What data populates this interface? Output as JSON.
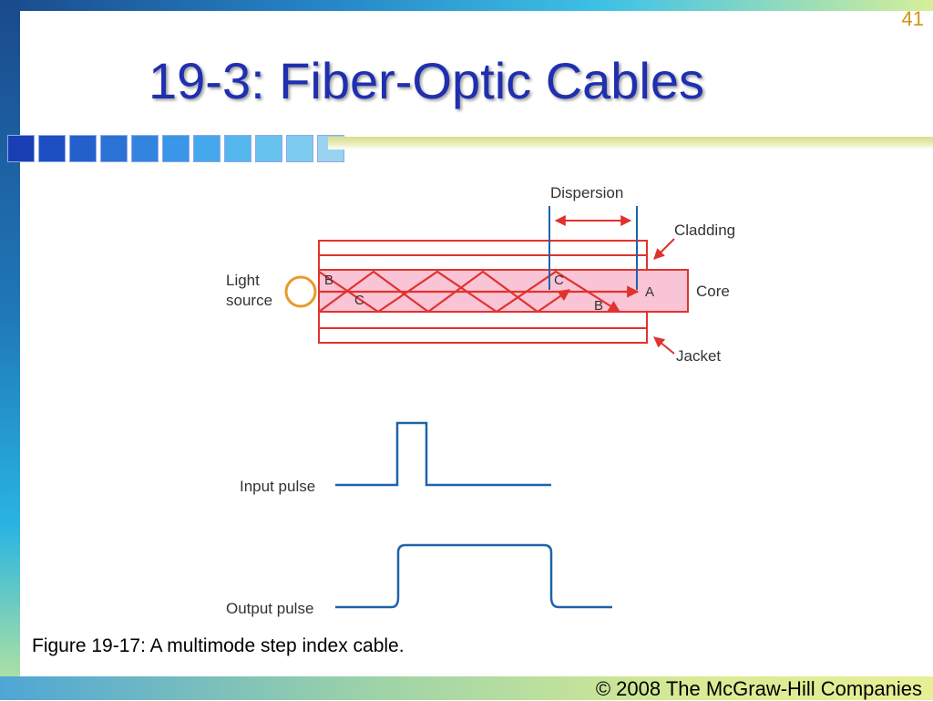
{
  "slide": {
    "number": "41",
    "title": "19-3: Fiber-Optic Cables",
    "caption": "Figure 19-17: A multimode step index cable.",
    "footer": "© 2008 The McGraw-Hill Companies"
  },
  "diagram": {
    "label_dispersion": "Dispersion",
    "label_cladding": "Cladding",
    "label_core": "Core",
    "label_jacket": "Jacket",
    "label_light_source_line1": "Light",
    "label_light_source_line2": "source",
    "ray_b_entry": "B",
    "ray_c_entry": "C",
    "ray_c_exit": "C",
    "ray_a_exit": "A",
    "ray_b_exit": "B",
    "label_input_pulse": "Input pulse",
    "label_output_pulse": "Output pulse"
  },
  "colors": {
    "ray_red": "#e0332e",
    "core_fill": "#f8c4d6",
    "pulse_blue": "#1f63a8",
    "title_blue": "#1f2fb0",
    "slide_number": "#d29318"
  },
  "decor": {
    "square_count": 11,
    "square_colors": [
      "#1a3fb4",
      "#1e4fc2",
      "#2460cc",
      "#2b72d6",
      "#3284de",
      "#3a96e6",
      "#46a8ec",
      "#55b6ee",
      "#67c2f0",
      "#7ecbf0",
      "#98d4f0"
    ]
  }
}
